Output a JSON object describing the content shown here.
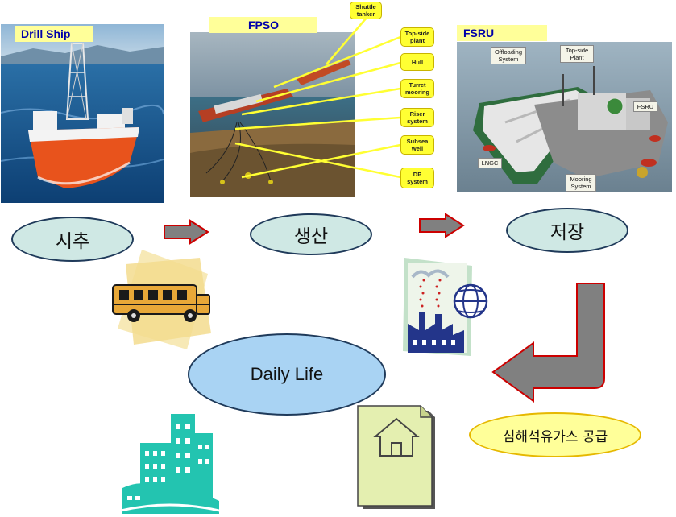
{
  "panels": {
    "drill_ship": {
      "label": "Drill Ship"
    },
    "fpso": {
      "label": "FPSO",
      "callouts": [
        "Shuttle\ntanker",
        "Top-side\nplant",
        "Hull",
        "Turret\nmooring",
        "Riser\nsystem",
        "Subsea\nwell",
        "DP\nsystem"
      ]
    },
    "fsru": {
      "label": "FSRU",
      "callouts": [
        "Offloading\nSystem",
        "Top-side\nPlant",
        "FSRU",
        "LNGC",
        "Mooring\nSystem"
      ]
    }
  },
  "stages": {
    "drilling": "시추",
    "production": "생산",
    "storage": "저장"
  },
  "daily_life": "Daily Life",
  "supply": "심해석유가스 공급",
  "colors": {
    "label_bg": "#ffff99",
    "label_text": "#0000aa",
    "stage_fill": "#cfe8e4",
    "life_fill": "#a9d3f3",
    "arrow_fill": "#808080",
    "arrow_border": "#cc0000",
    "supply_fill": "#ffff99"
  },
  "icons": [
    "school-bus-icon",
    "factory-globe-icon",
    "document-house-icon",
    "city-buildings-icon"
  ]
}
